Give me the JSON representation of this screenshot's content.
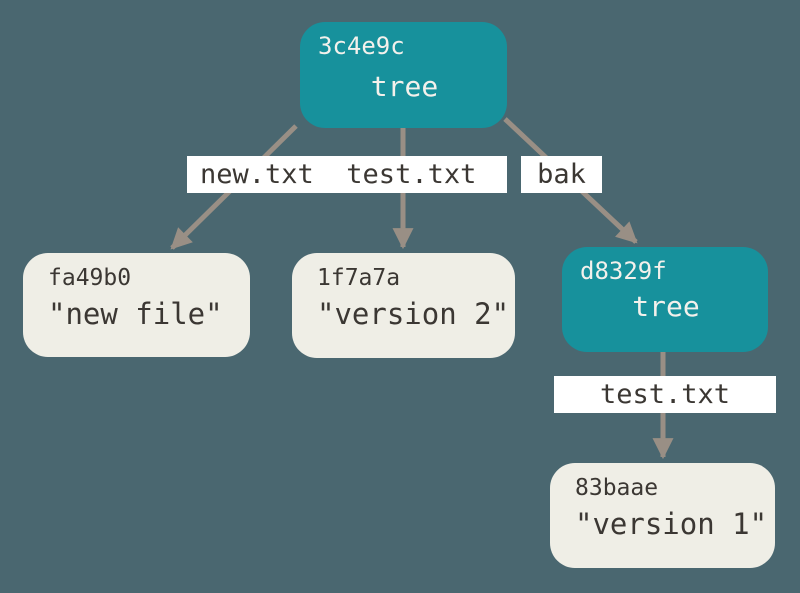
{
  "diagram": {
    "description": "Git tree and blob objects with filename edge labels",
    "background": "#4A6770",
    "colors": {
      "tree_fill": "#17919C",
      "blob_fill": "#EFEEE6",
      "label_bg": "#FFFFFF",
      "dark_text": "#3B3733",
      "light_text": "#F3F1EC",
      "arrow": "#998F85"
    },
    "nodes": {
      "root_tree": {
        "hash": "3c4e9c",
        "type": "tree",
        "label": "tree"
      },
      "blob_new_file": {
        "hash": "fa49b0",
        "type": "blob",
        "label": "\"new file\""
      },
      "blob_version2": {
        "hash": "1f7a7a",
        "type": "blob",
        "label": "\"version 2\""
      },
      "sub_tree": {
        "hash": "d8329f",
        "type": "tree",
        "label": "tree"
      },
      "blob_version1": {
        "hash": "83baae",
        "type": "blob",
        "label": "\"version 1\""
      }
    },
    "edge_labels": {
      "root_files": "new.txt  test.txt",
      "bak": "bak",
      "subtree_file": "test.txt"
    }
  }
}
